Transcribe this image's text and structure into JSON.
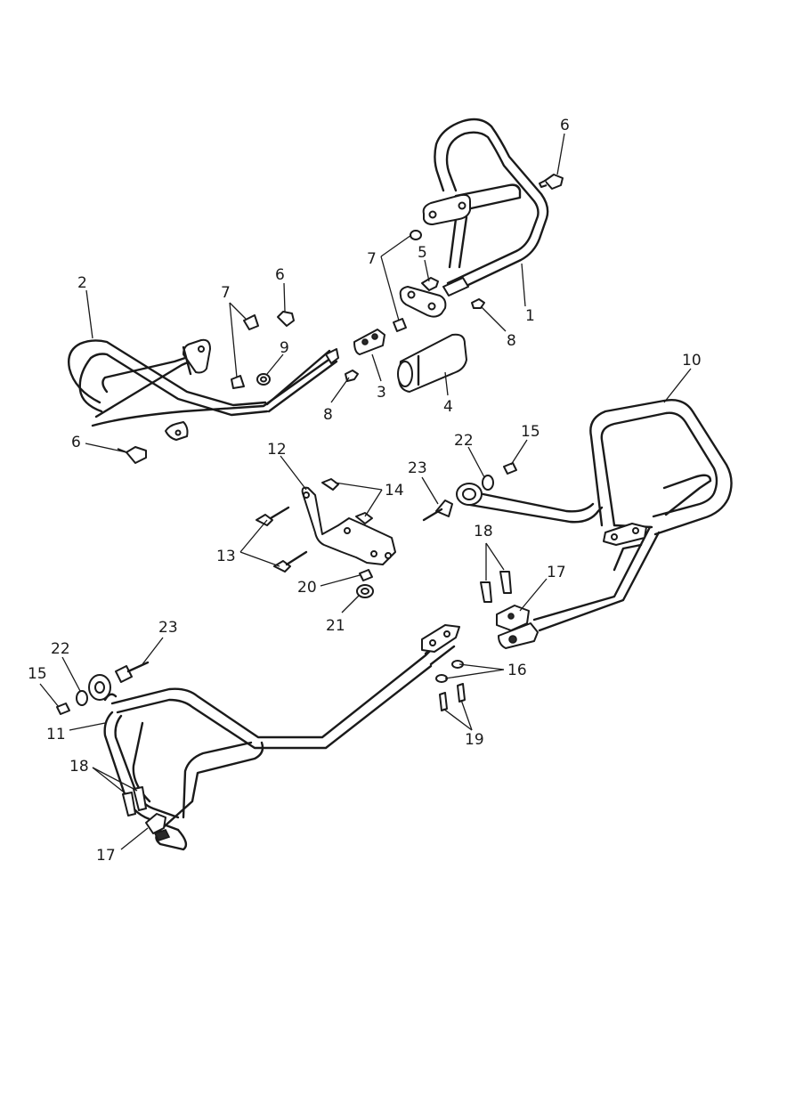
{
  "callouts": [
    {
      "id": "c1",
      "text": "1"
    },
    {
      "id": "c2",
      "text": "2"
    },
    {
      "id": "c3",
      "text": "3"
    },
    {
      "id": "c4",
      "text": "4"
    },
    {
      "id": "c5",
      "text": "5"
    },
    {
      "id": "c6a",
      "text": "6"
    },
    {
      "id": "c6b",
      "text": "6"
    },
    {
      "id": "c6c",
      "text": "6"
    },
    {
      "id": "c7a",
      "text": "7"
    },
    {
      "id": "c7b",
      "text": "7"
    },
    {
      "id": "c8a",
      "text": "8"
    },
    {
      "id": "c8b",
      "text": "8"
    },
    {
      "id": "c9",
      "text": "9"
    },
    {
      "id": "c10",
      "text": "10"
    },
    {
      "id": "c11",
      "text": "11"
    },
    {
      "id": "c12",
      "text": "12"
    },
    {
      "id": "c13",
      "text": "13"
    },
    {
      "id": "c14",
      "text": "14"
    },
    {
      "id": "c15a",
      "text": "15"
    },
    {
      "id": "c15b",
      "text": "15"
    },
    {
      "id": "c16",
      "text": "16"
    },
    {
      "id": "c17a",
      "text": "17"
    },
    {
      "id": "c17b",
      "text": "17"
    },
    {
      "id": "c18a",
      "text": "18"
    },
    {
      "id": "c18b",
      "text": "18"
    },
    {
      "id": "c19",
      "text": "19"
    },
    {
      "id": "c20",
      "text": "20"
    },
    {
      "id": "c21",
      "text": "21"
    },
    {
      "id": "c22a",
      "text": "22"
    },
    {
      "id": "c22b",
      "text": "22"
    },
    {
      "id": "c23a",
      "text": "23"
    },
    {
      "id": "c23b",
      "text": "23"
    }
  ]
}
